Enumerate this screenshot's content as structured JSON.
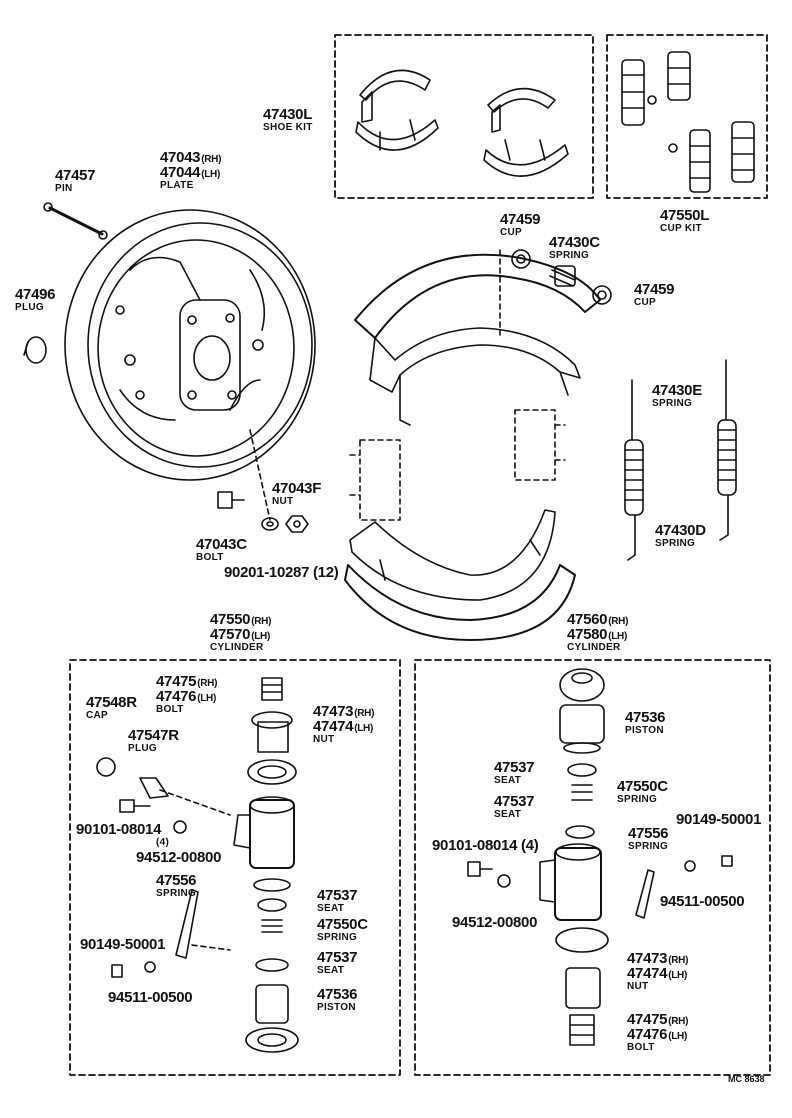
{
  "diagram": {
    "code": "MC 8638",
    "labels": [
      {
        "id": "shoe-kit",
        "lines": [
          {
            "pn": "47430L"
          }
        ],
        "name": "SHOE KIT"
      },
      {
        "id": "cup-kit",
        "lines": [
          {
            "pn": "47550L"
          }
        ],
        "name": "CUP KIT"
      },
      {
        "id": "pin",
        "lines": [
          {
            "pn": "47457"
          }
        ],
        "name": "PIN"
      },
      {
        "id": "plate",
        "lines": [
          {
            "pn": "47043",
            "suffix": "(RH)"
          },
          {
            "pn": "47044",
            "suffix": "(LH)"
          }
        ],
        "name": "PLATE"
      },
      {
        "id": "plug-47496",
        "lines": [
          {
            "pn": "47496"
          }
        ],
        "name": "PLUG"
      },
      {
        "id": "cup-top",
        "lines": [
          {
            "pn": "47459"
          }
        ],
        "name": "CUP"
      },
      {
        "id": "spring-47430c",
        "lines": [
          {
            "pn": "47430C"
          }
        ],
        "name": "SPRING"
      },
      {
        "id": "cup-right",
        "lines": [
          {
            "pn": "47459"
          }
        ],
        "name": "CUP"
      },
      {
        "id": "spring-47430e",
        "lines": [
          {
            "pn": "47430E"
          }
        ],
        "name": "SPRING"
      },
      {
        "id": "nut-47043f",
        "lines": [
          {
            "pn": "47043F"
          }
        ],
        "name": "NUT"
      },
      {
        "id": "spring-47430d",
        "lines": [
          {
            "pn": "47430D"
          }
        ],
        "name": "SPRING"
      },
      {
        "id": "bolt-47043c",
        "lines": [
          {
            "pn": "47043C"
          }
        ],
        "name": "BOLT"
      },
      {
        "id": "washer-90201",
        "lines": [
          {
            "pn": "90201-10287 (12)"
          }
        ],
        "name": ""
      },
      {
        "id": "cylinder-left",
        "lines": [
          {
            "pn": "47550",
            "suffix": "(RH)"
          },
          {
            "pn": "47570",
            "suffix": "(LH)"
          }
        ],
        "name": "CYLINDER"
      },
      {
        "id": "cylinder-right",
        "lines": [
          {
            "pn": "47560",
            "suffix": "(RH)"
          },
          {
            "pn": "47580",
            "suffix": "(LH)"
          }
        ],
        "name": "CYLINDER"
      },
      {
        "id": "bolt-left-top",
        "lines": [
          {
            "pn": "47475",
            "suffix": "(RH)"
          },
          {
            "pn": "47476",
            "suffix": "(LH)"
          }
        ],
        "name": "BOLT"
      },
      {
        "id": "cap-47548r",
        "lines": [
          {
            "pn": "47548R"
          }
        ],
        "name": "CAP"
      },
      {
        "id": "nut-left",
        "lines": [
          {
            "pn": "47473",
            "suffix": "(RH)"
          },
          {
            "pn": "47474",
            "suffix": "(LH)"
          }
        ],
        "name": "NUT"
      },
      {
        "id": "plug-47547r",
        "lines": [
          {
            "pn": "47547R"
          }
        ],
        "name": "PLUG"
      },
      {
        "id": "bolt-90101-left",
        "lines": [
          {
            "pn": "90101-08014"
          }
        ],
        "name": "(4)"
      },
      {
        "id": "washer-94512-left",
        "lines": [
          {
            "pn": "94512-00800"
          }
        ],
        "name": ""
      },
      {
        "id": "spring-47556-left",
        "lines": [
          {
            "pn": "47556"
          }
        ],
        "name": "SPRING"
      },
      {
        "id": "seat-left-top",
        "lines": [
          {
            "pn": "47537"
          }
        ],
        "name": "SEAT"
      },
      {
        "id": "spring-47550c-left",
        "lines": [
          {
            "pn": "47550C"
          }
        ],
        "name": "SPRING"
      },
      {
        "id": "bolt-90149-left",
        "lines": [
          {
            "pn": "90149-50001"
          }
        ],
        "name": ""
      },
      {
        "id": "seat-left-bottom",
        "lines": [
          {
            "pn": "47537"
          }
        ],
        "name": "SEAT"
      },
      {
        "id": "washer-94511-left",
        "lines": [
          {
            "pn": "94511-00500"
          }
        ],
        "name": ""
      },
      {
        "id": "piston-left",
        "lines": [
          {
            "pn": "47536"
          }
        ],
        "name": "PISTON"
      },
      {
        "id": "piston-right",
        "lines": [
          {
            "pn": "47536"
          }
        ],
        "name": "PISTON"
      },
      {
        "id": "seat-right-top",
        "lines": [
          {
            "pn": "47537"
          }
        ],
        "name": "SEAT"
      },
      {
        "id": "spring-47550c-right",
        "lines": [
          {
            "pn": "47550C"
          }
        ],
        "name": "SPRING"
      },
      {
        "id": "seat-right-bottom",
        "lines": [
          {
            "pn": "47537"
          }
        ],
        "name": "SEAT"
      },
      {
        "id": "bolt-90149-right",
        "lines": [
          {
            "pn": "90149-50001"
          }
        ],
        "name": ""
      },
      {
        "id": "spring-47556-right",
        "lines": [
          {
            "pn": "47556"
          }
        ],
        "name": "SPRING"
      },
      {
        "id": "bolt-90101-right",
        "lines": [
          {
            "pn": "90101-08014 (4)"
          }
        ],
        "name": ""
      },
      {
        "id": "washer-94511-right",
        "lines": [
          {
            "pn": "94511-00500"
          }
        ],
        "name": ""
      },
      {
        "id": "washer-94512-right",
        "lines": [
          {
            "pn": "94512-00800"
          }
        ],
        "name": ""
      },
      {
        "id": "nut-right",
        "lines": [
          {
            "pn": "47473",
            "suffix": "(RH)"
          },
          {
            "pn": "47474",
            "suffix": "(LH)"
          }
        ],
        "name": "NUT"
      },
      {
        "id": "bolt-right-bottom",
        "lines": [
          {
            "pn": "47475",
            "suffix": "(RH)"
          },
          {
            "pn": "47476",
            "suffix": "(LH)"
          }
        ],
        "name": "BOLT"
      }
    ]
  }
}
